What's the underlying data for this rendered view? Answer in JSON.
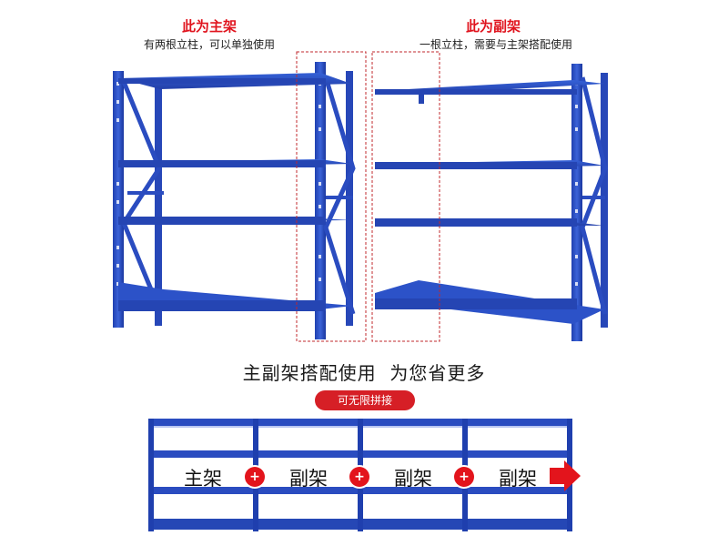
{
  "header": {
    "left_title": "此为主架",
    "left_sub": "有两根立柱，可以单独使用",
    "right_title": "此为副架",
    "right_sub": "一根立柱，需要与主架搭配使用"
  },
  "caption": "主副架搭配使用  为您省更多",
  "pill": "可无限拼接",
  "bottom": {
    "labels": [
      "主架",
      "副架",
      "副架",
      "副架"
    ],
    "plus_symbol": "+"
  },
  "colors": {
    "rack_blue": "#2f55c9",
    "rack_dark": "#1c3aa0",
    "accent_red": "#e0141e"
  }
}
